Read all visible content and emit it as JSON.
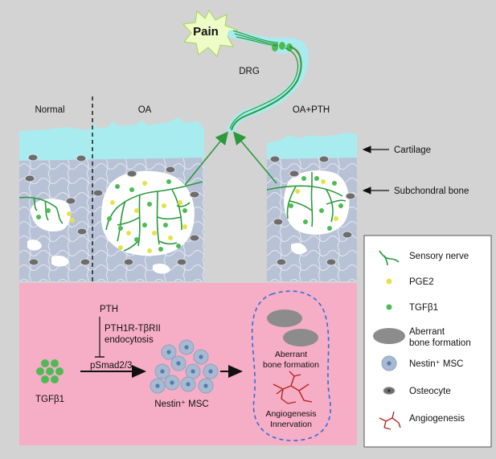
{
  "top": {
    "pain": "Pain",
    "drg": "DRG",
    "panel_normal": "Normal",
    "panel_oa": "OA",
    "panel_oa_pth": "OA+PTH",
    "label_cartilage": "Cartilage",
    "label_subchondral": "Subchondral bone"
  },
  "mechanism": {
    "pth": "PTH",
    "endocytosis_line1": "PTH1R-TβRII",
    "endocytosis_line2": "endocytosis",
    "psmad": "pSmad2/3",
    "tgf": "TGFβ1",
    "nestin_msc": "Nestin⁺ MSC",
    "aberrant_line1": "Aberrant",
    "aberrant_line2": "bone formation",
    "angio_line1": "Angiogenesis",
    "angio_line2": "Innervation"
  },
  "legend": {
    "items": [
      {
        "label": "Sensory nerve",
        "icon": "nerve-icon"
      },
      {
        "label": "PGE2",
        "icon": "pge2-dot-icon"
      },
      {
        "label": "TGFβ1",
        "icon": "tgf-dot-icon"
      },
      {
        "label": "Aberrant",
        "label2": "bone formation",
        "icon": "bone-ellipse-icon"
      },
      {
        "label": "Nestin⁺ MSC",
        "icon": "msc-cell-icon"
      },
      {
        "label": "Osteocyte",
        "icon": "osteocyte-icon"
      },
      {
        "label": "Angiogenesis",
        "icon": "vessel-icon"
      }
    ]
  },
  "colors": {
    "background": "#d3d3d3",
    "cartilage": "#a9ecf0",
    "bone": "#b8c2d6",
    "nerve": "#2a9a3c",
    "pge2": "#e6e14a",
    "tgf": "#4dbb55",
    "pink_panel": "#f6adc6",
    "msc": "#a9b9d0",
    "vessel": "#b3261e",
    "dashed": "#2f6fd6",
    "pain_burst": "#eefcc7"
  }
}
